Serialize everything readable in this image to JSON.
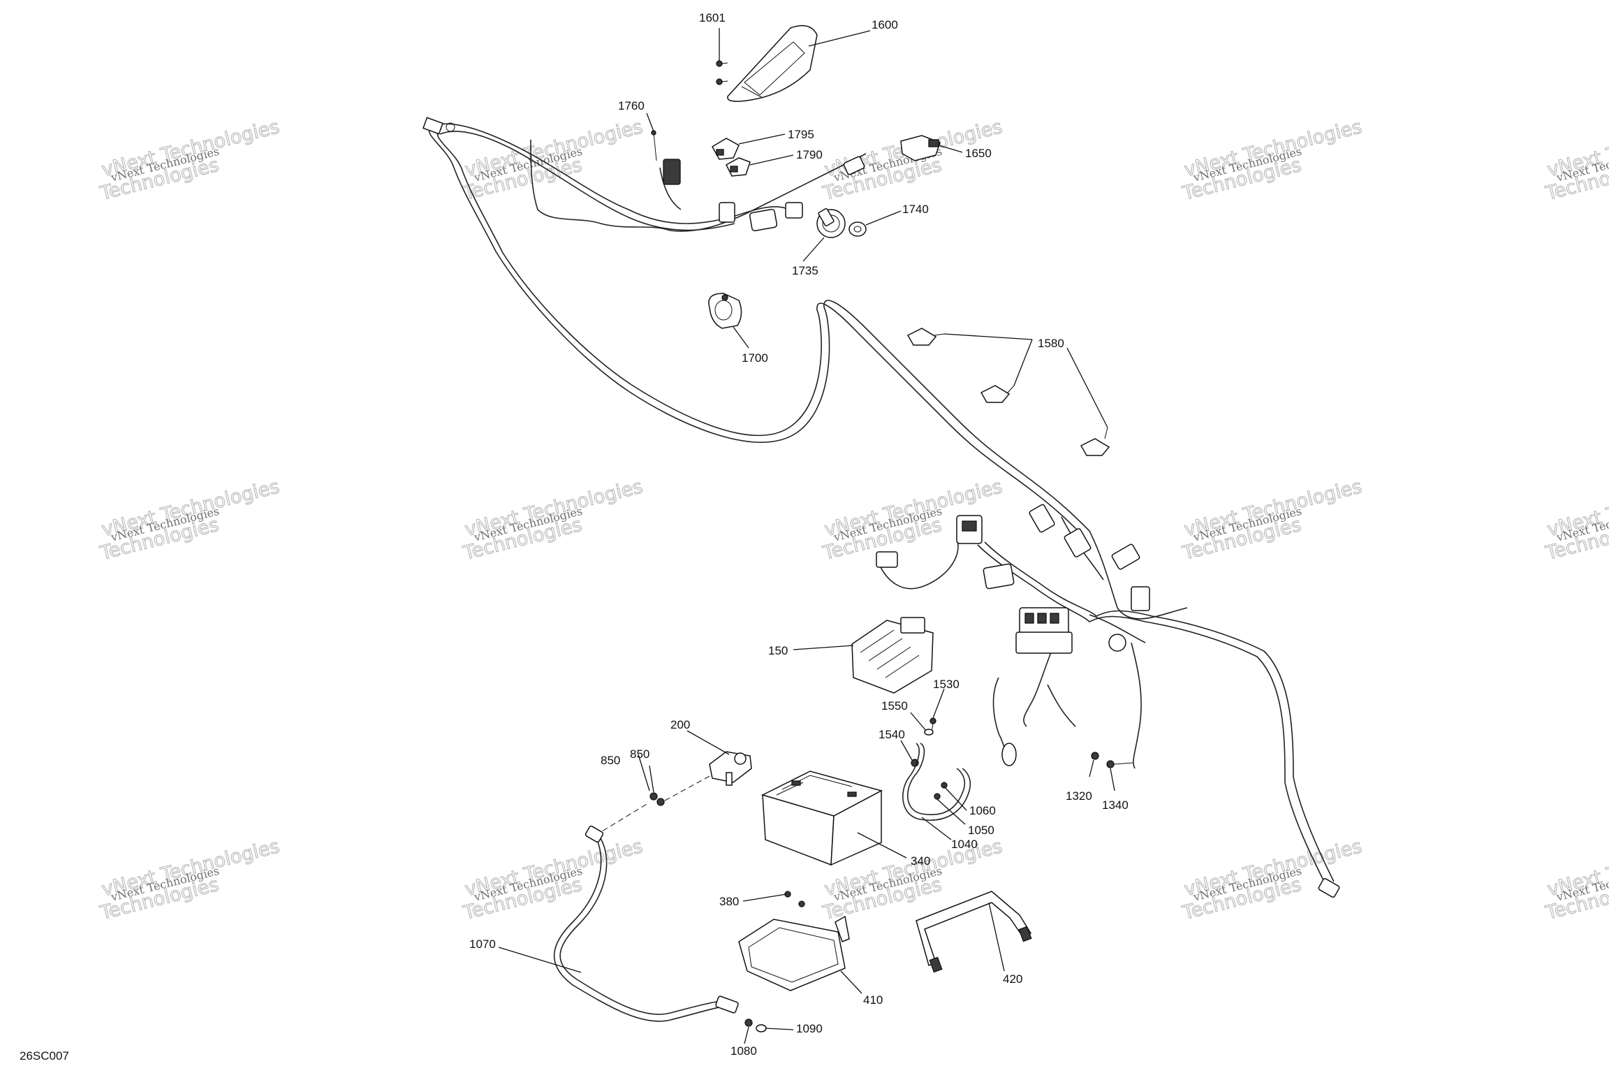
{
  "drawing_code": "26SC007",
  "watermark": {
    "line1": "vNext Technologies",
    "line2": "Technologies",
    "line3": "vNext Technologies"
  },
  "callouts": {
    "c1601": "1601",
    "c1600": "1600",
    "c1760": "1760",
    "c1795": "1795",
    "c1790": "1790",
    "c1650": "1650",
    "c1740": "1740",
    "c1735": "1735",
    "c1700": "1700",
    "c1580": "1580",
    "c150": "150",
    "c1530": "1530",
    "c1550": "1550",
    "c1540": "1540",
    "c200": "200",
    "c850a": "850",
    "c850b": "850",
    "c1060": "1060",
    "c1050": "1050",
    "c1040": "1040",
    "c1320": "1320",
    "c1340": "1340",
    "c340": "340",
    "c380": "380",
    "c1070": "1070",
    "c410": "410",
    "c420": "420",
    "c1090": "1090",
    "c1080": "1080"
  }
}
